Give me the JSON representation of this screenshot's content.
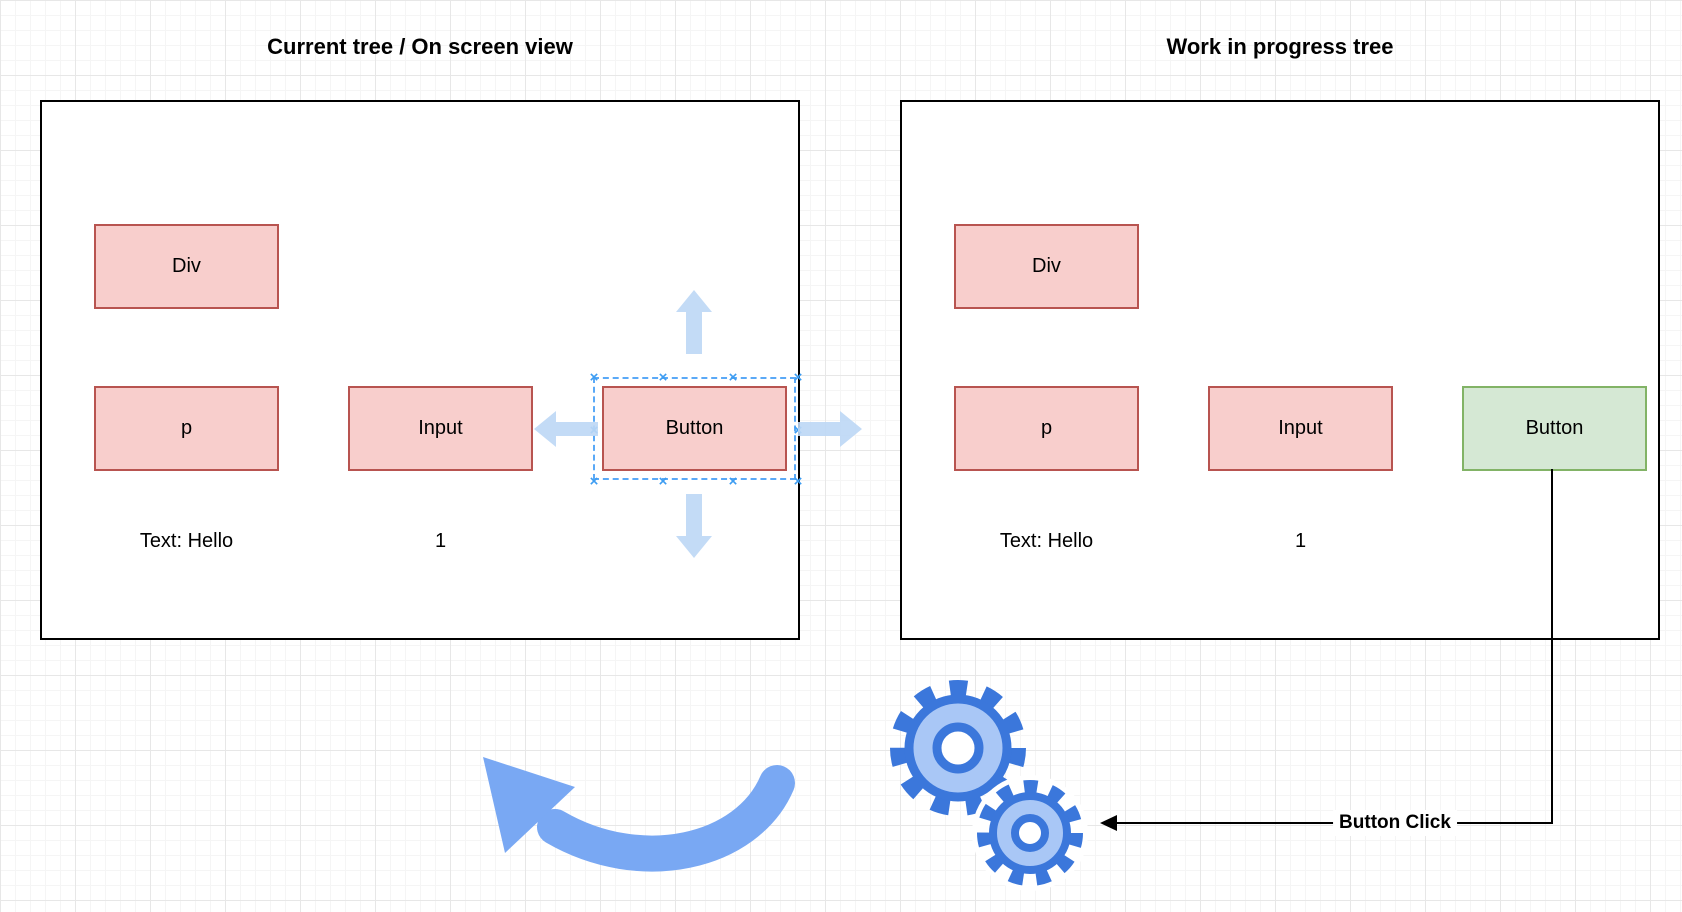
{
  "titles": {
    "left": "Current tree / On screen view",
    "right": "Work in progress tree"
  },
  "left_panel": {
    "div": "Div",
    "p": "p",
    "input": "Input",
    "button": "Button",
    "p_text": "Text: Hello",
    "input_value": "1"
  },
  "right_panel": {
    "div": "Div",
    "p": "p",
    "input": "Input",
    "button": "Button",
    "p_text": "Text: Hello",
    "input_value": "1"
  },
  "connector": {
    "label": "Button Click"
  },
  "selection": {
    "handle_glyph": "×"
  },
  "colors": {
    "node_fill": "#f8cecc",
    "node_stroke": "#b85450",
    "done_fill": "#d5e8d4",
    "done_stroke": "#82b366",
    "selection_blue": "#5aa9f7",
    "icon_blue": "#79a8f3",
    "gear_stroke": "#3b77db",
    "gear_fill": "#a9c7f6",
    "connector": "#000000"
  }
}
